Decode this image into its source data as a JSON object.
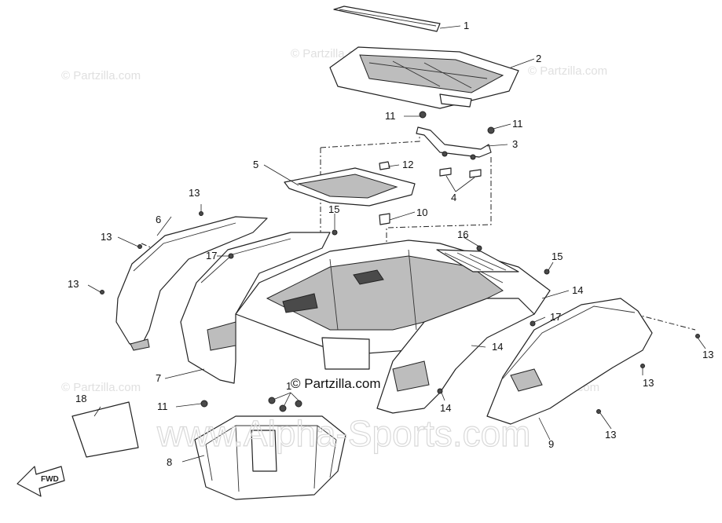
{
  "watermarks": {
    "small": "© Partzilla.com",
    "center": "© Partzilla.com",
    "large": "www.Alpha-Sports.com"
  },
  "callouts": {
    "c1": "1",
    "c2": "2",
    "c3": "3",
    "c4": "4",
    "c5": "5",
    "c6": "6",
    "c7": "7",
    "c8": "8",
    "c9": "9",
    "c10": "10",
    "c11a": "11",
    "c11b": "11",
    "c11c": "11",
    "c12": "12",
    "c13a": "13",
    "c13b": "13",
    "c13c": "13",
    "c13d": "13",
    "c13e": "13",
    "c13f": "13",
    "c14a": "14",
    "c14b": "14",
    "c14c": "14",
    "c15a": "15",
    "c15b": "15",
    "c16": "16",
    "c17a": "17",
    "c17b": "17",
    "c18": "18",
    "c1x": "1"
  },
  "direction_arrow": "FWD",
  "colors": {
    "line": "#222222",
    "shade": "#bdbdbd",
    "watermark": "#e0e0e0"
  }
}
